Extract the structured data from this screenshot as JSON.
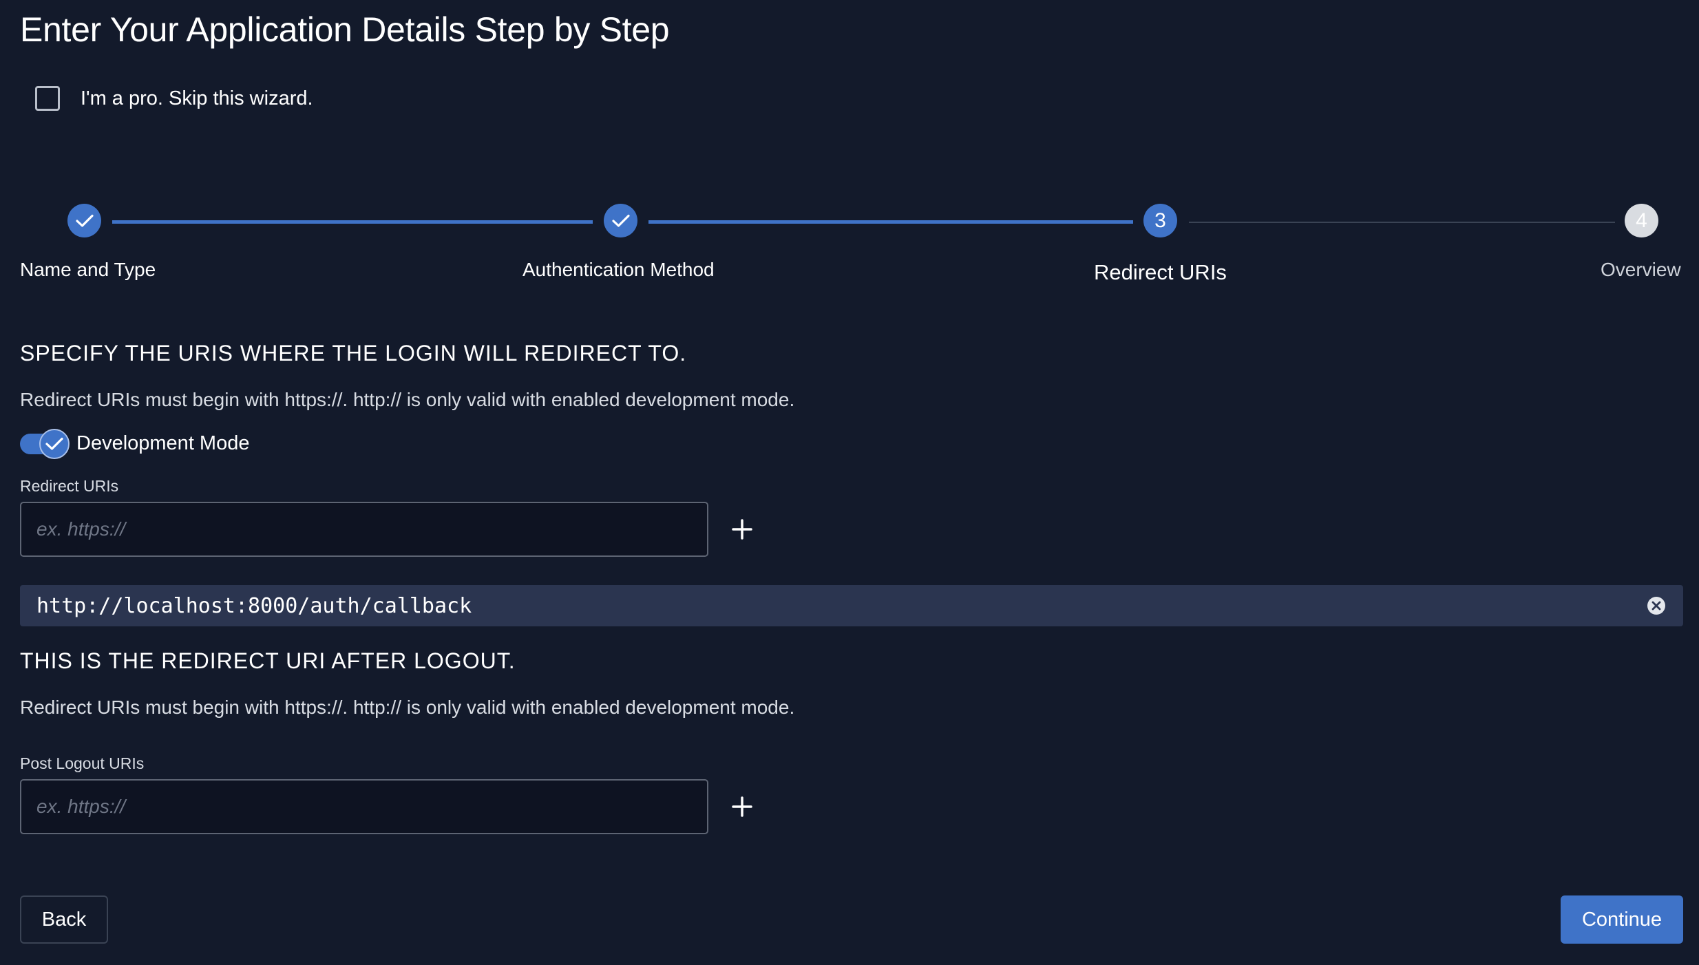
{
  "page": {
    "title": "Enter Your Application Details Step by Step"
  },
  "skip_wizard": {
    "label": "I'm a pro. Skip this wizard.",
    "checked": false
  },
  "stepper": {
    "steps": [
      {
        "number": "1",
        "label": "Name and Type",
        "state": "done",
        "icon": "check-icon"
      },
      {
        "number": "2",
        "label": "Authentication Method",
        "state": "done",
        "icon": "check-icon"
      },
      {
        "number": "3",
        "label": "Redirect URIs",
        "state": "active"
      },
      {
        "number": "4",
        "label": "Overview",
        "state": "todo"
      }
    ]
  },
  "redirect_section": {
    "heading": "SPECIFY THE URIS WHERE THE LOGIN WILL REDIRECT TO.",
    "description": "Redirect URIs must begin with https://. http:// is only valid with enabled development mode.",
    "dev_mode_label": "Development Mode",
    "dev_mode_enabled": true,
    "field_label": "Redirect URIs",
    "placeholder": "ex. https://",
    "add_icon": "plus-icon",
    "uris": [
      "http://localhost:8000/auth/callback"
    ]
  },
  "logout_section": {
    "heading": "THIS IS THE REDIRECT URI AFTER LOGOUT.",
    "description": "Redirect URIs must begin with https://. http:// is only valid with enabled development mode.",
    "field_label": "Post Logout URIs",
    "placeholder": "ex. https://",
    "add_icon": "plus-icon"
  },
  "footer": {
    "back_label": "Back",
    "continue_label": "Continue"
  },
  "colors": {
    "background": "#131a2b",
    "accent": "#3f73c8",
    "chip": "#2b3550",
    "inactive_step": "#d9dce1"
  }
}
